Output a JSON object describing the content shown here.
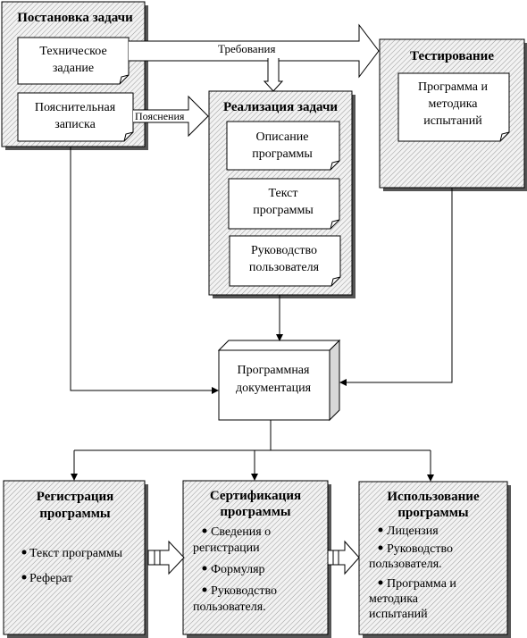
{
  "phases": {
    "task": "Постановка задачи",
    "impl": "Реализация задачи",
    "test": "Тестирование",
    "reg": [
      "Регистрация",
      "программы"
    ],
    "cert": [
      "Сертификация",
      "программы"
    ],
    "use": [
      "Использование",
      "программы"
    ]
  },
  "docs": {
    "tz": [
      "Техническое",
      "задание"
    ],
    "pz": [
      "Пояснительная",
      "записка"
    ],
    "desc": [
      "Описание",
      "программы"
    ],
    "text": [
      "Текст",
      "программы"
    ],
    "guide": [
      "Руководство",
      "пользователя"
    ],
    "pmi": [
      "Программа и",
      "методика",
      "испытаний"
    ]
  },
  "arrows": {
    "requirements": "Требования",
    "explanations": "Пояснения"
  },
  "center": [
    "Программная",
    "документация"
  ],
  "reg_items": [
    "Текст программы",
    "Реферат"
  ],
  "cert_items": [
    [
      "Сведения о",
      "регистрации"
    ],
    [
      "Формуляр"
    ],
    [
      "Руководство",
      "пользователя."
    ]
  ],
  "use_items": [
    [
      "Лицензия"
    ],
    [
      "Руководство",
      "пользователя."
    ],
    [
      "Программа и",
      "методика",
      "испытаний"
    ]
  ]
}
